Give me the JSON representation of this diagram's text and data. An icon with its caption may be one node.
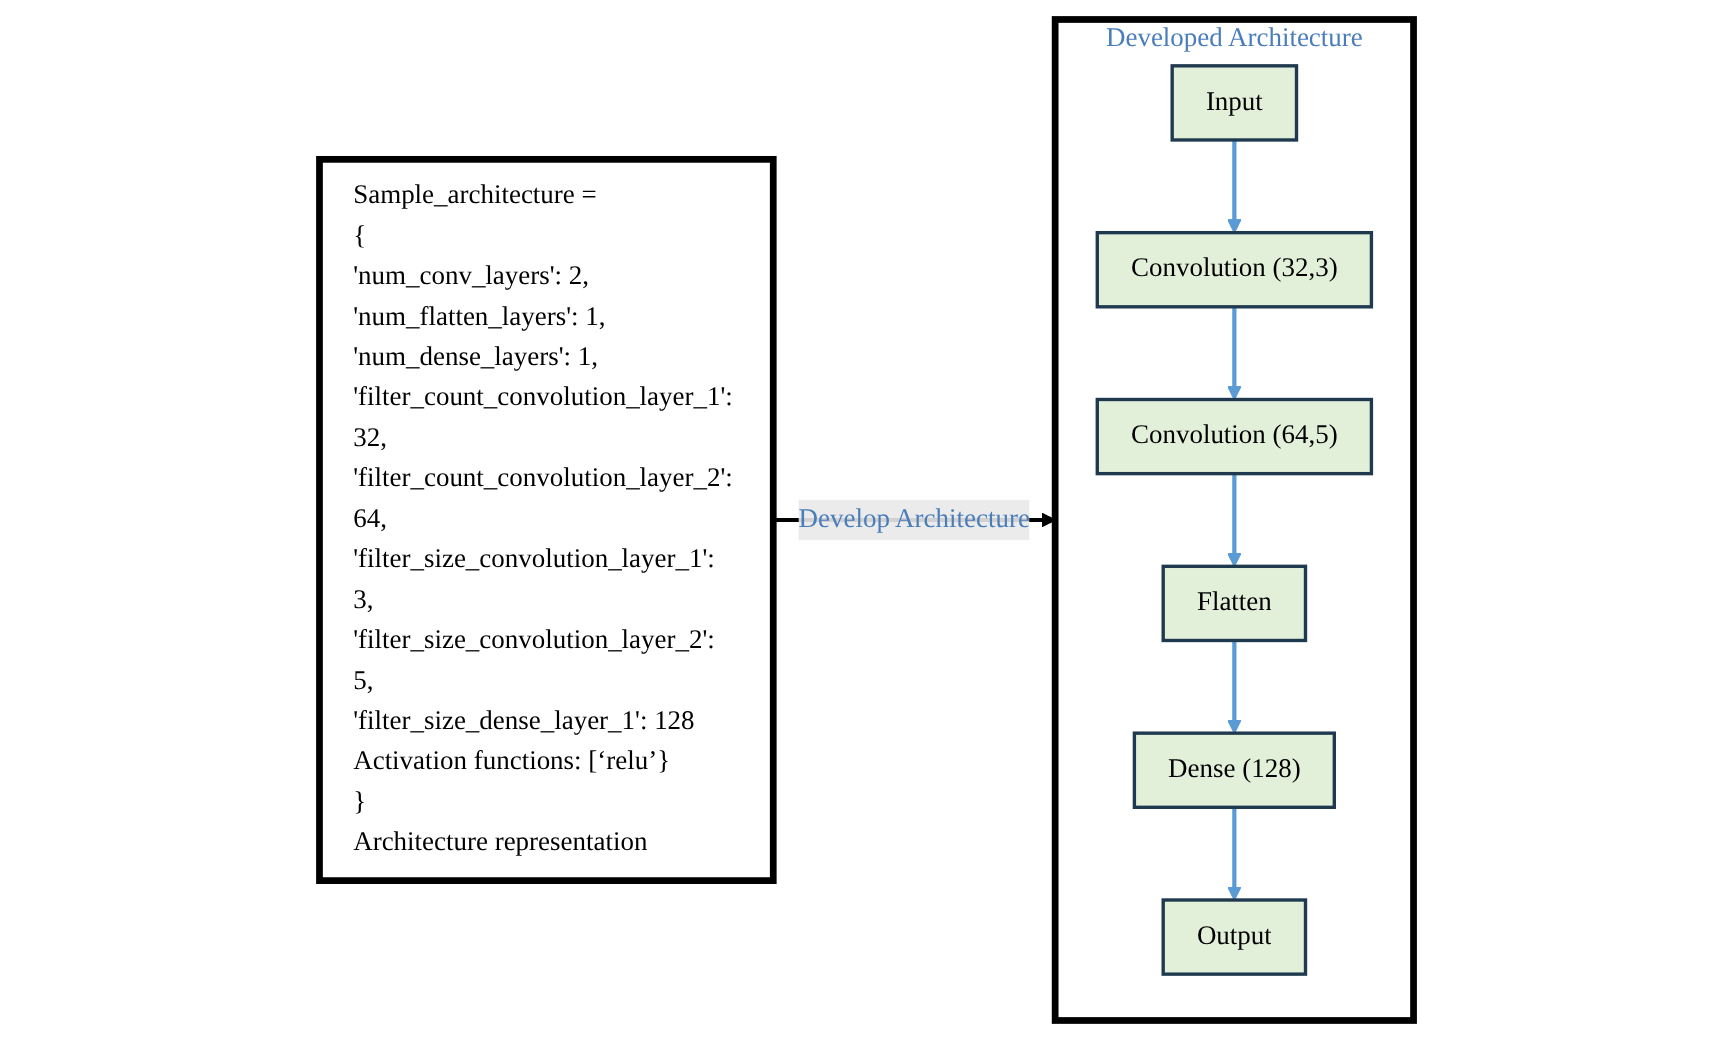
{
  "diagram": {
    "nodes": [
      {
        "text": [
          "Sample_architecture =",
          "{",
          "'num_conv_layers': 2,",
          "'num_flatten_layers': 1,",
          "'num_dense_layers': 1,",
          "'filter_count_convolution_layer_1': 32,",
          "'filter_count_convolution_layer_2': 64,",
          "'filter_size_convolution_layer_1': 3,",
          "'filter_size_convolution_layer_2': 5,",
          "'filter_size_dense_layer_1': 128",
          "Activation functions: [‘relu’}",
          "}",
          "Architecture representation"
        ]
      },
      {
        "text": [
          "Developed Architecture"
        ]
      },
      {
        "text": [
          "Input"
        ],
        "in": 1
      },
      {
        "text": [
          "Convolution (32,3)"
        ],
        "in": 1
      },
      {
        "text": [
          "Convolution (64,5)"
        ],
        "in": 1
      },
      {
        "text": [
          "Flatten"
        ],
        "in": 1
      },
      {
        "text": [
          "Dense (128)"
        ],
        "in": 1
      },
      {
        "text": [
          "Output"
        ],
        "in": 1
      }
    ],
    "edges": [
      {
        "from": 0,
        "to": 1,
        "arrow": "to",
        "label": "Develop Architecture",
        "color": "#000000"
      },
      {
        "from": 2,
        "to": 3,
        "arrow": "to",
        "color": "#5b9bd5"
      },
      {
        "from": 3,
        "to": 4,
        "arrow": "to",
        "color": "#5b9bd5"
      },
      {
        "from": 4,
        "to": 5,
        "arrow": "to",
        "color": "#5b9bd5"
      },
      {
        "from": 5,
        "to": 6,
        "arrow": "to",
        "color": "#5b9bd5"
      },
      {
        "from": 6,
        "to": 7,
        "arrow": "to",
        "color": "#5b9bd5"
      }
    ]
  }
}
